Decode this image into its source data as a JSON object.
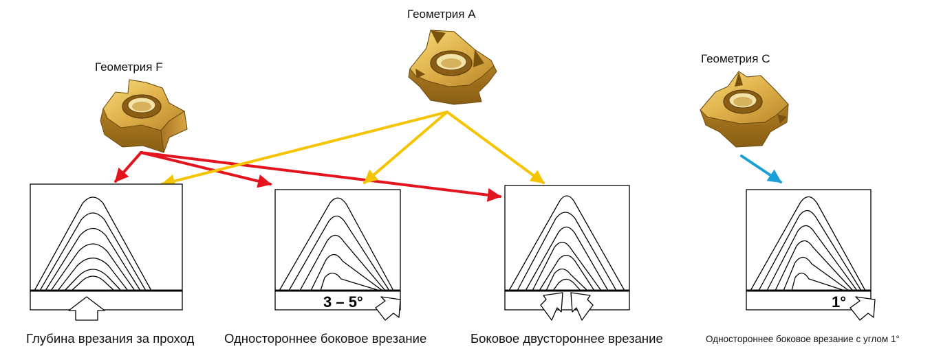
{
  "geometries": {
    "F": {
      "label": "Геометрия F"
    },
    "A": {
      "label": "Геометрия A"
    },
    "C": {
      "label": "Геометрия C"
    }
  },
  "methods": [
    {
      "caption": "Глубина врезания за проход",
      "angle": ""
    },
    {
      "caption": "Одностороннее боковое врезание",
      "angle": "3 – 5°"
    },
    {
      "caption": "Боковое двустороннее врезание",
      "angle": ""
    },
    {
      "caption": "Одностороннее боковое врезание с углом 1°",
      "angle": "1°"
    }
  ],
  "colors": {
    "geometry_F_arrows": "#e3141e",
    "geometry_A_arrows": "#f5c400",
    "geometry_C_arrows": "#1a9fd6",
    "insert_gold": "#c8952c"
  }
}
